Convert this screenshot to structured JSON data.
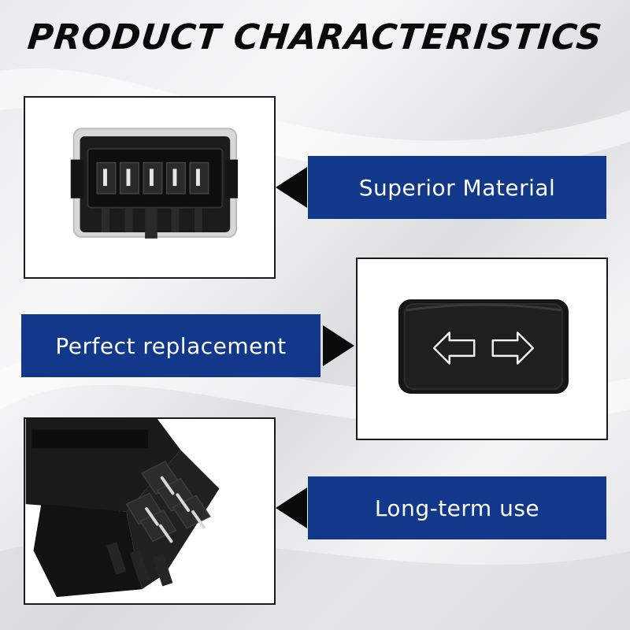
{
  "title": "PRODUCT CHARACTERISTICS",
  "features": [
    {
      "label": "Superior Material",
      "image": "connector-pins-front-view"
    },
    {
      "label": "Perfect replacement",
      "image": "rocker-switch-arrows"
    },
    {
      "label": "Long-term use",
      "image": "connector-pins-angled-view"
    }
  ],
  "colors": {
    "label_bg": "#12388c",
    "label_text": "#ffffff",
    "pointer": "#0a0a0a",
    "frame": "#1a1a1a"
  }
}
